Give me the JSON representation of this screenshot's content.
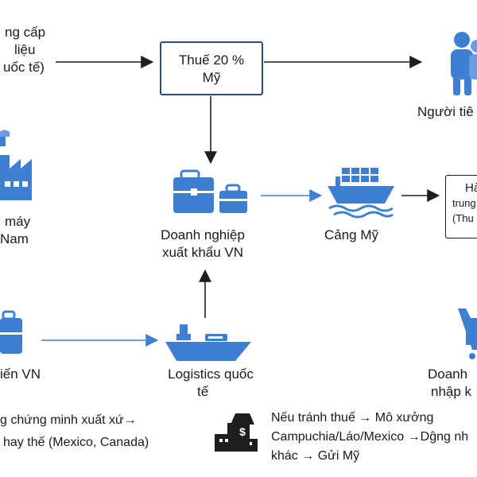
{
  "nodes": {
    "supplier": [
      "ng cấp",
      "liệu",
      "uốc tế)"
    ],
    "tariff_box": [
      "Thuế 20 %",
      "Mỹ"
    ],
    "consumer": "Người tiê",
    "factory": [
      "máy",
      "Nam"
    ],
    "exporter": [
      "Doanh nghiệp",
      "xuất khẩu VN"
    ],
    "us_port": "Cảng Mỹ",
    "goods_box": [
      "Hà",
      "trung",
      "(Thu"
    ],
    "domestic": "iến VN",
    "logistics": [
      "Logistics quốc",
      "tế"
    ],
    "importer": [
      "Doanh",
      "nhập k"
    ]
  },
  "notes": {
    "left": [
      "g chứng minh xuất xứ→",
      "hay thế (Mexico, Canada)"
    ],
    "right": [
      "Nếu tránh thuế → Mô xưởng",
      "Campuchia/Láo/Mexico →Dĝng nh",
      "khác → Gửi Mỹ"
    ]
  },
  "colors": {
    "accent": "#3f7fd1",
    "dark": "#1e1e1e",
    "box_border": "#2a4d7a"
  }
}
